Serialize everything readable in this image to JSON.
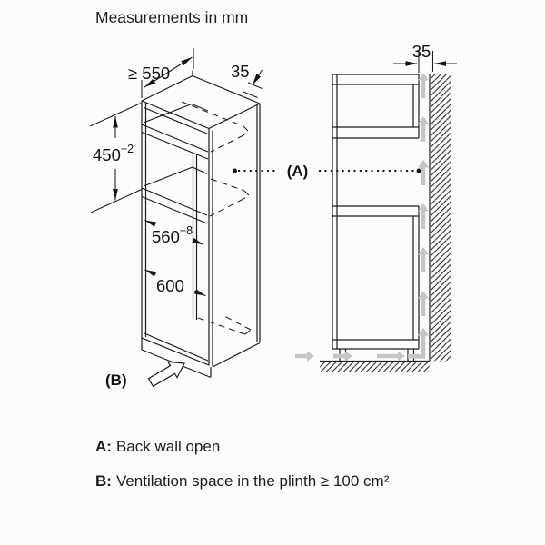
{
  "title": "Measurements in mm",
  "iso_view": {
    "dim_depth": "≥ 550",
    "dim_back_offset": "35",
    "dim_niche_height": {
      "main": "450",
      "sup": "+2"
    },
    "dim_niche_width": {
      "main": "560",
      "sup": "+8"
    },
    "dim_lower_width": "600",
    "plinth_label": "(B)"
  },
  "side_view": {
    "dim_wall_gap": "35",
    "back_label": "(A)"
  },
  "legend": {
    "a_key": "A:",
    "a_text": "Back wall open",
    "b_key": "B:",
    "b_text": "Ventilation space in the plinth ≥ 100 cm²"
  },
  "colors": {
    "line": "#1c1c1c",
    "airflow_arrow": "#c5c5c5",
    "background": "#fcfcfc"
  }
}
